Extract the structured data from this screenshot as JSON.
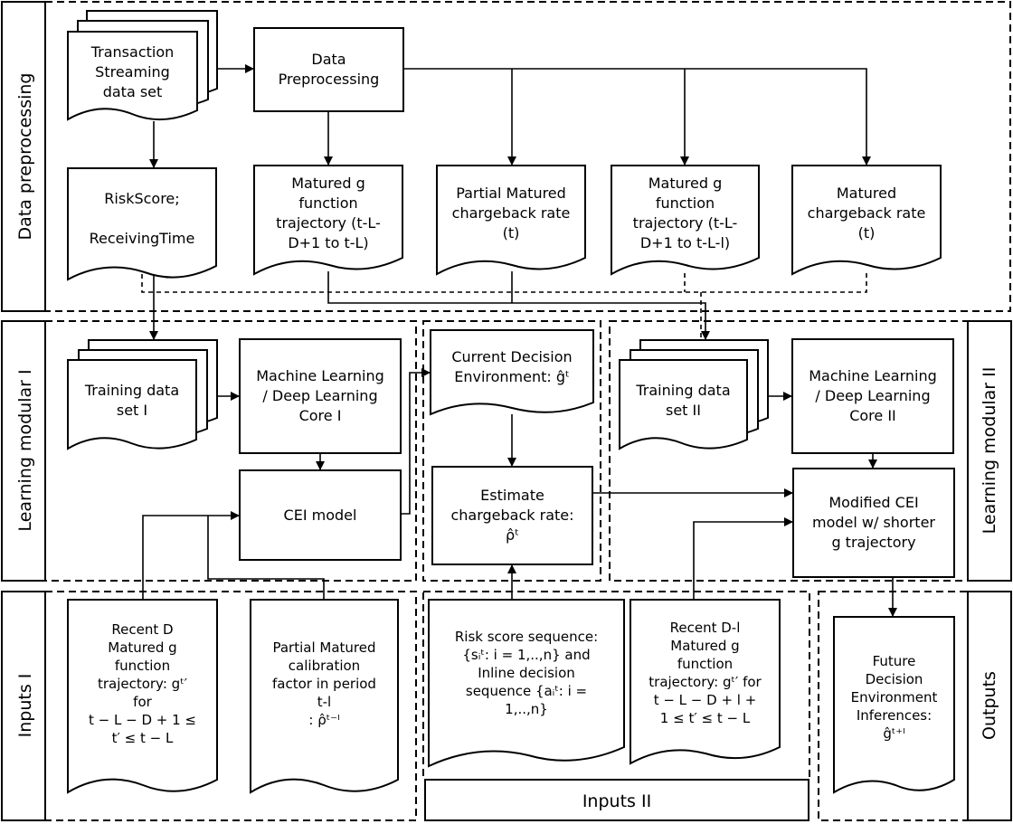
{
  "sections": {
    "data_preprocessing": "Data preprocessing",
    "learning_modular_1": "Learning modular I",
    "learning_modular_2": "Learning modular II",
    "inputs_1": "Inputs I",
    "inputs_2": "Inputs II",
    "outputs": "Outputs"
  },
  "nodes": {
    "transaction_streaming": "Transaction\nStreaming\ndata set",
    "data_preprocessing_box": "Data\nPreprocessing",
    "riskscore_receivingtime": "RiskScore;\n\nReceivingTime",
    "matured_g_traj": "Matured g\nfunction\ntrajectory (t-L-\nD+1 to t-L)",
    "partial_matured_cb": "Partial Matured\nchargeback rate\n(t)",
    "matured_g_traj_l": "Matured g\nfunction\ntrajectory (t-L-\nD+1 to t-L-l)",
    "matured_cb": "Matured\nchargeback rate\n(t)",
    "training_set_1": "Training data\nset I",
    "ml_core_1": "Machine Learning\n/ Deep Learning\nCore I",
    "cei_model": "CEI model",
    "current_env": "Current Decision\nEnvironment: ĝᵗ",
    "estimate_cb": "Estimate\nchargeback rate:\nρ̂ᵗ",
    "training_set_2": "Training data\nset II",
    "ml_core_2": "Machine Learning\n/ Deep Learning\nCore II",
    "modified_cei": "Modified CEI\nmodel w/ shorter\ng trajectory",
    "recent_d_traj": "Recent D\nMatured g\nfunction\ntrajectory: gᵗ′\nfor\nt − L − D + 1 ≤\nt′ ≤ t − L",
    "partial_calibration": "Partial Matured\ncalibration\nfactor in period\nt-l\n: ρ̂ᵗ⁻ˡ",
    "risk_score_seq": "Risk score sequence:\n{sᵢᵗ: i = 1,..,n} and\nInline decision\nsequence {aᵢᵗ: i =\n1,..,n}",
    "recent_dl_traj": "Recent D-l\nMatured g\nfunction\ntrajectory: gᵗ′ for\nt − L − D + l +\n1 ≤ t′ ≤ t − L",
    "future_env": "Future\nDecision\nEnvironment\nInferences:\nĝᵗ⁺ˡ"
  }
}
